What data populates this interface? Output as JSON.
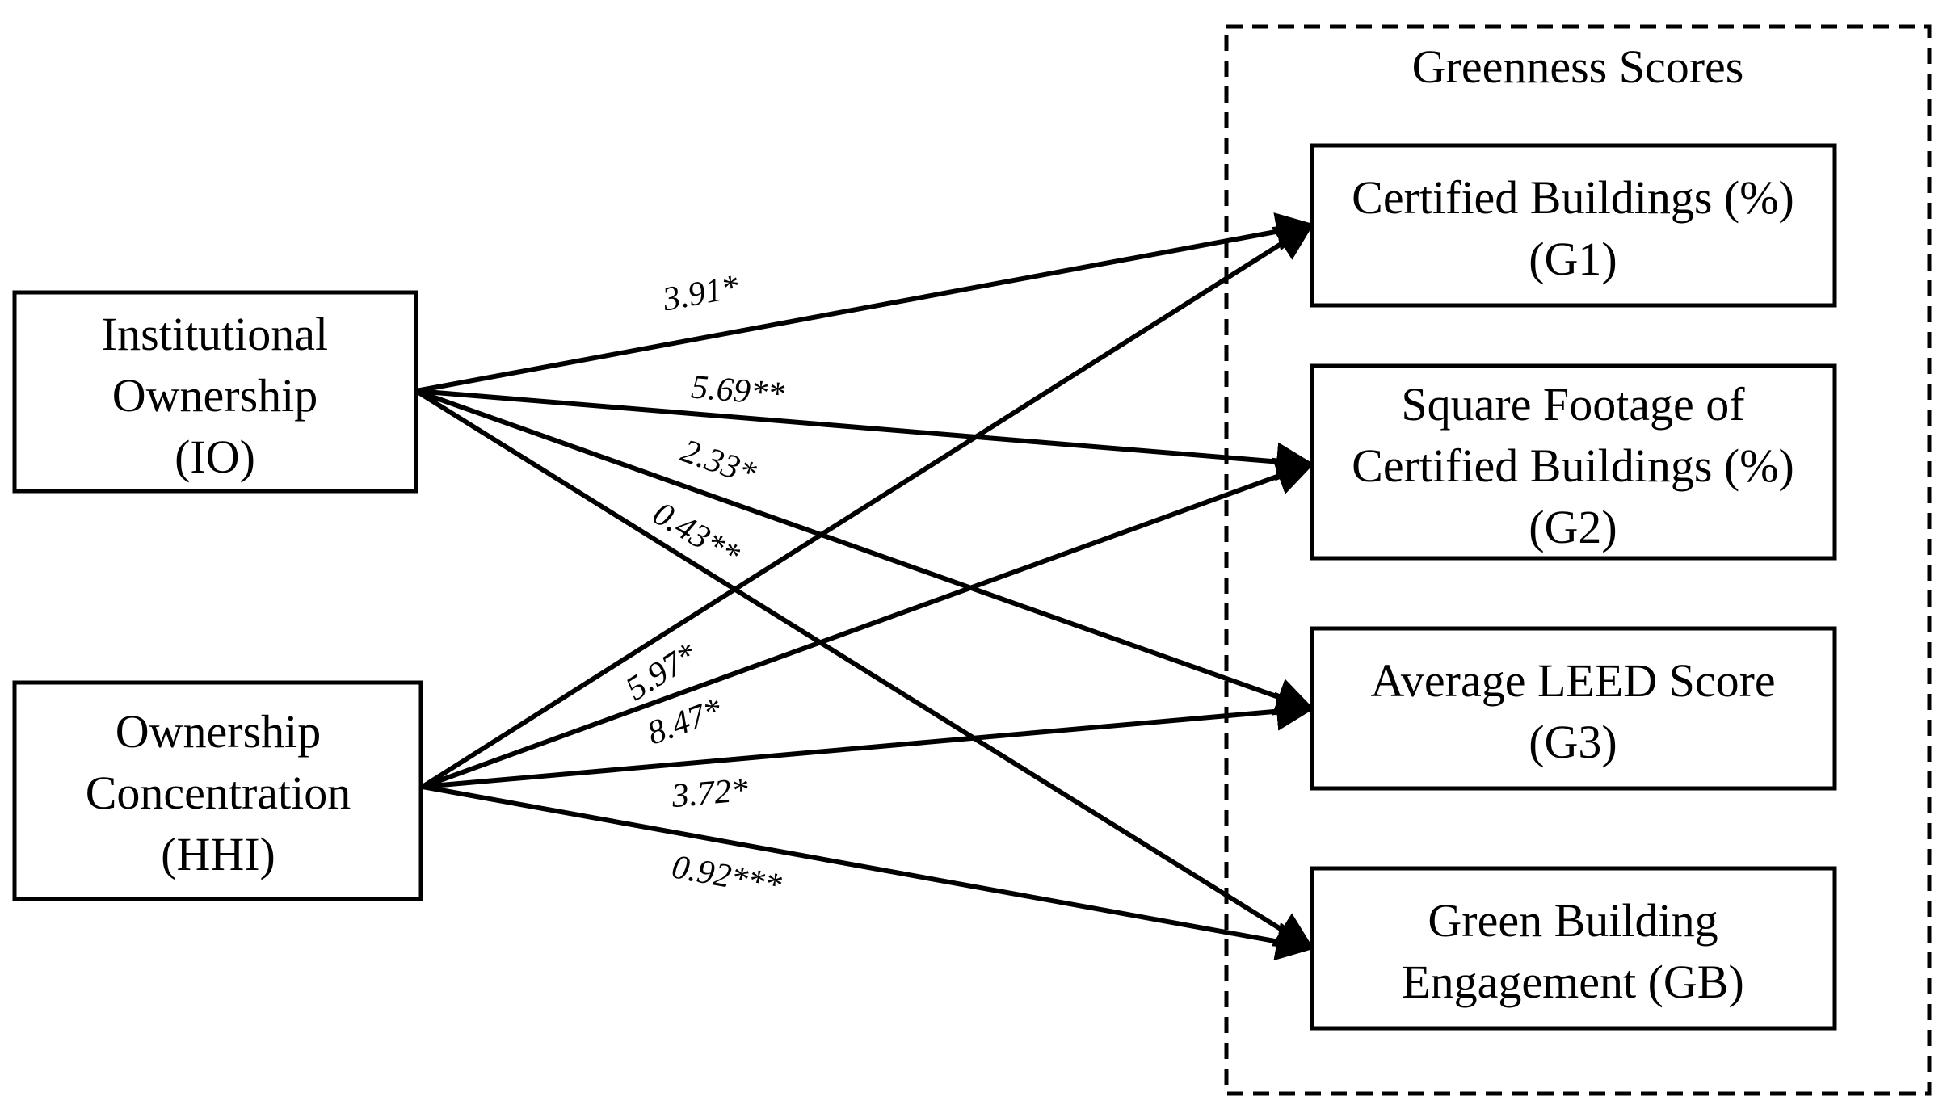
{
  "group": {
    "title": "Greenness Scores"
  },
  "sources": {
    "io": {
      "lines": [
        "Institutional",
        "Ownership",
        "(IO)"
      ]
    },
    "hhi": {
      "lines": [
        "Ownership",
        "Concentration",
        "(HHI)"
      ]
    }
  },
  "targets": {
    "g1": {
      "lines": [
        "Certified Buildings (%)",
        "(G1)"
      ]
    },
    "g2": {
      "lines": [
        "Square Footage of",
        "Certified Buildings (%)",
        "(G2)"
      ]
    },
    "g3": {
      "lines": [
        "Average LEED Score",
        "(G3)"
      ]
    },
    "gb": {
      "lines": [
        "Green Building",
        "Engagement (GB)"
      ]
    }
  },
  "edges": {
    "io_g1": {
      "from": "io",
      "to": "g1",
      "label": "3.91*"
    },
    "io_g2": {
      "from": "io",
      "to": "g2",
      "label": "5.69**"
    },
    "io_g3": {
      "from": "io",
      "to": "g3",
      "label": "2.33*"
    },
    "io_gb": {
      "from": "io",
      "to": "gb",
      "label": "0.43**"
    },
    "hhi_g1": {
      "from": "hhi",
      "to": "g1",
      "label": "5.97*"
    },
    "hhi_g2": {
      "from": "hhi",
      "to": "g2",
      "label": "8.47*"
    },
    "hhi_g3": {
      "from": "hhi",
      "to": "g3",
      "label": "3.72*"
    },
    "hhi_gb": {
      "from": "hhi",
      "to": "gb",
      "label": "0.92***"
    }
  }
}
